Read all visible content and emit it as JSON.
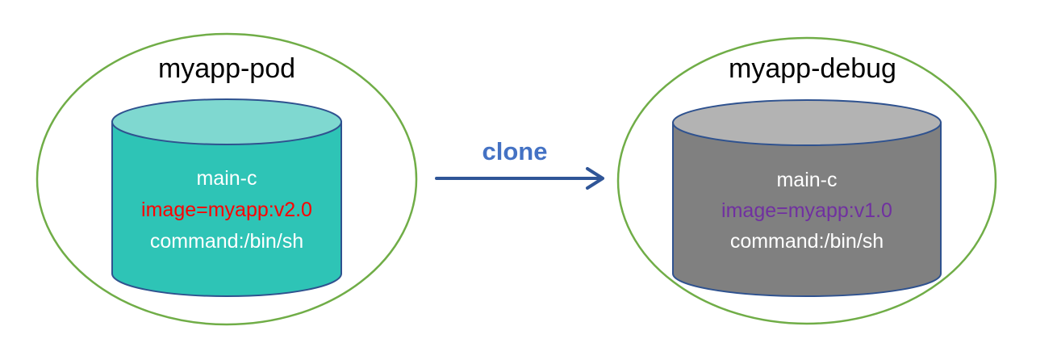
{
  "source_pod": {
    "title": "myapp-pod",
    "container": {
      "name": "main-c",
      "image": "image=myapp:v2.0",
      "command": "command:/bin/sh"
    },
    "colors": {
      "pod_outline": "#70ad47",
      "cylinder_body": "#2ec4b6",
      "cylinder_top": "#7fd8d0",
      "cylinder_stroke": "#2f528f",
      "text": "#ffffff",
      "image_text": "#ff0000"
    }
  },
  "target_pod": {
    "title": "myapp-debug",
    "container": {
      "name": "main-c",
      "image": "image=myapp:v1.0",
      "command": "command:/bin/sh"
    },
    "colors": {
      "pod_outline": "#70ad47",
      "cylinder_body": "#808080",
      "cylinder_top": "#b3b3b3",
      "cylinder_stroke": "#2f528f",
      "text": "#ffffff",
      "image_text": "#7030a0"
    }
  },
  "arrow": {
    "label": "clone",
    "color": "#2f5597",
    "label_color": "#4472c4"
  }
}
